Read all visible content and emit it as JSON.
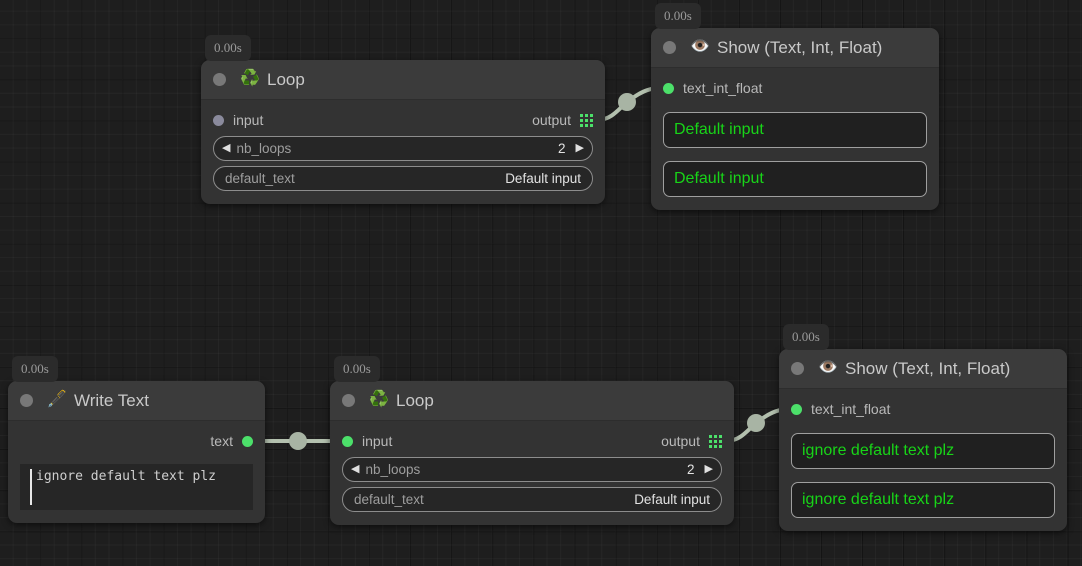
{
  "app": {
    "canvas_name": "node-graph-canvas"
  },
  "nodes": [
    {
      "id": "loop-top",
      "timer": "0.00s",
      "icon": "recycle-icon",
      "emoji": "♻️",
      "title": "Loop",
      "input_port": {
        "label": "input",
        "state": "idle"
      },
      "output_port": {
        "label": "output",
        "state": "list"
      },
      "params": [
        {
          "name": "nb_loops",
          "value": "2",
          "type": "stepper",
          "left_arrow": "◀",
          "right_arrow": "▶"
        },
        {
          "name": "default_text",
          "value": "Default input",
          "type": "text"
        }
      ]
    },
    {
      "id": "show-top",
      "timer": "0.00s",
      "icon": "eye-icon",
      "emoji": "👁️",
      "title": "Show (Text, Int, Float)",
      "input_port": {
        "label": "text_int_float",
        "state": "connected"
      },
      "values": [
        "Default input",
        "Default input"
      ]
    },
    {
      "id": "write-text",
      "timer": "0.00s",
      "icon": "pen-nib-icon",
      "emoji": "🖋️",
      "title": "Write Text",
      "output_port": {
        "label": "text",
        "state": "connected"
      },
      "editor_text": "ignore default text plz"
    },
    {
      "id": "loop-bottom",
      "timer": "0.00s",
      "icon": "recycle-icon",
      "emoji": "♻️",
      "title": "Loop",
      "input_port": {
        "label": "input",
        "state": "connected"
      },
      "output_port": {
        "label": "output",
        "state": "list"
      },
      "params": [
        {
          "name": "nb_loops",
          "value": "2",
          "type": "stepper",
          "left_arrow": "◀",
          "right_arrow": "▶"
        },
        {
          "name": "default_text",
          "value": "Default input",
          "type": "text"
        }
      ]
    },
    {
      "id": "show-bottom",
      "timer": "0.00s",
      "icon": "eye-icon",
      "emoji": "👁️",
      "title": "Show (Text, Int, Float)",
      "input_port": {
        "label": "text_int_float",
        "state": "connected"
      },
      "values": [
        "ignore default text plz",
        "ignore default text plz"
      ]
    }
  ],
  "edges": [
    {
      "id": "edge-loop-top-to-show-top",
      "from": "loop-top.output",
      "to": "show-top.text_int_float"
    },
    {
      "id": "edge-write-text-to-loop-bottom",
      "from": "write-text.text",
      "to": "loop-bottom.input"
    },
    {
      "id": "edge-loop-bottom-to-show-bottom",
      "from": "loop-bottom.output",
      "to": "show-bottom.text_int_float"
    }
  ],
  "colors": {
    "connected_port": "#4ce06a",
    "idle_port": "#8a8a9c",
    "value_text": "#18d418",
    "edge": "#b3c0ae",
    "node_body": "#333333",
    "node_header": "#3b3b3b",
    "canvas": "#1e1e1e"
  }
}
